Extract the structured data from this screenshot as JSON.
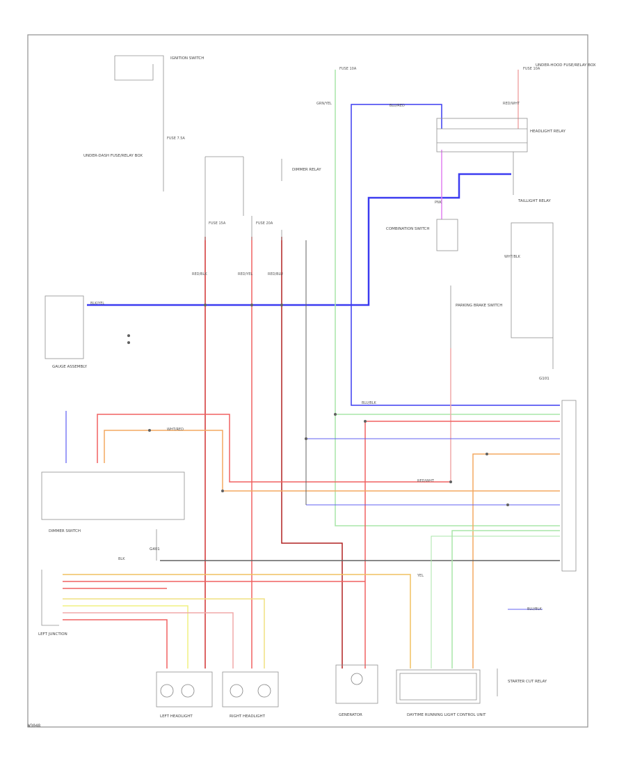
{
  "colors": {
    "blue": "#3b3bf0",
    "green": "#a8e6a8",
    "red": "#f06060",
    "dark_red": "#b02020",
    "orange": "#f4a860",
    "pink": "#f0a8a8",
    "yellow": "#f0f080",
    "violet": "#e080f0",
    "black": "#606060",
    "frame": "#909090"
  },
  "components": {
    "ignition_switch": "IGNITION SWITCH",
    "under_dash_fuse": "UNDER-DASH FUSE/RELAY BOX",
    "under_hood_fuse": "UNDER-HOOD FUSE/RELAY BOX",
    "headlight_relay": "HEADLIGHT RELAY",
    "dimmer_relay": "DIMMER RELAY",
    "combination_switch": "COMBINATION SWITCH",
    "gauge_assembly": "GAUGE ASSEMBLY",
    "left_headlight": "LEFT HEADLIGHT",
    "right_headlight": "RIGHT HEADLIGHT",
    "daytime_relay": "DAYTIME RUNNING LIGHT CONTROL UNIT",
    "parking_brake": "PARKING BRAKE SWITCH",
    "starter_cut": "STARTER CUT RELAY",
    "taillight_relay": "TAILLIGHT RELAY",
    "dimmer_switch": "DIMMER SWITCH",
    "left_junction": "LEFT JUNCTION",
    "generator": "GENERATOR",
    "ground_left": "G401",
    "ground_right": "G101"
  },
  "wires": {
    "blk_yel": "BLK/YEL",
    "wht_red": "WHT/RED",
    "red_blk": "RED/BLK",
    "red_yel": "RED/YEL",
    "red_wht": "RED/WHT",
    "grn_yel": "GRN/YEL",
    "blu_red": "BLU/RED",
    "blk": "BLK",
    "blu_blk": "BLU/BLK",
    "wht_blk": "WHT/BLK",
    "red_blu": "RED/BLU",
    "yel": "YEL",
    "pnk": "PNK"
  },
  "fuses": {
    "f1": "FUSE 7.5A",
    "f2": "FUSE 15A",
    "f3": "FUSE 20A",
    "f4": "FUSE 10A",
    "f5": "FUSE 10A"
  },
  "footer_code": "W3048"
}
